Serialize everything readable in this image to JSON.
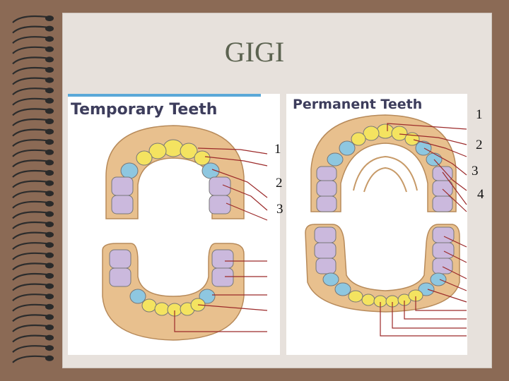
{
  "slide": {
    "title": "GIGI"
  },
  "panels": {
    "temporary": {
      "title": "Temporary Teeth"
    },
    "permanent": {
      "title": "Permanent Teeth"
    }
  },
  "labels": {
    "temporary": [
      "1",
      "2",
      "3"
    ],
    "permanent": [
      "1",
      "2",
      "3",
      "4"
    ]
  },
  "colors": {
    "background": "#8b6a55",
    "page": "#e7e1dc",
    "title": "#5c6350",
    "gum": "#e8c08e",
    "incisor": "#f4e360",
    "canine": "#8ec7e0",
    "molar": "#cbb9dd",
    "leader_line": "#9c2a2a"
  }
}
